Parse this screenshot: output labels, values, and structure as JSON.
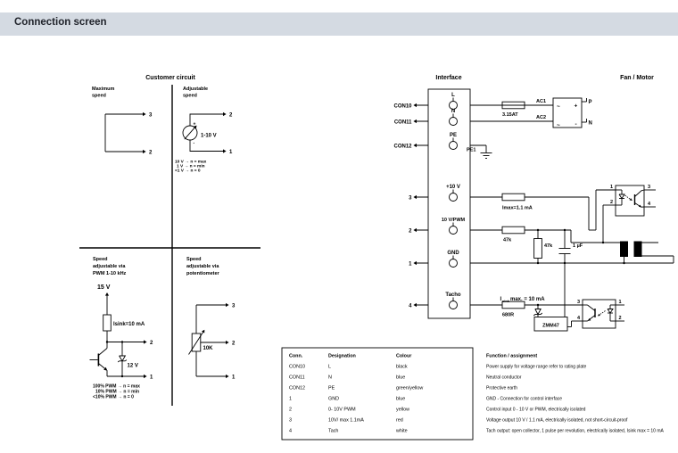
{
  "header": {
    "title": "Connection screen"
  },
  "titles": {
    "customer": "Customer circuit",
    "interface": "Interface",
    "fan_motor": "Fan / Motor"
  },
  "customer": {
    "max_speed": {
      "l1": "Maximum",
      "l2": "speed",
      "a3": "3",
      "a2": "2"
    },
    "adj": {
      "l1": "Adjustable",
      "l2": "speed",
      "plus": "+",
      "minus": "-",
      "range": "1-10 V",
      "a2": "2",
      "a1": "1",
      "n1": "10 V → n = max",
      "n2": "1 V → n = min",
      "n3": "<1 V → n = 0"
    },
    "pwm": {
      "l1": "Speed",
      "l2": "adjustable via",
      "l3": "PWM 1-10 kHz",
      "v15": "15 V",
      "isink": "Isink=10 mA",
      "z12": "12 V",
      "a2": "2",
      "a1": "1",
      "n1": "100% PWM → n = max",
      "n2": "10% PWM → n = min",
      "n3": "<10% PWM → n = 0"
    },
    "pot": {
      "l1": "Speed",
      "l2": "adjustable via",
      "l3": "potentiometer",
      "r10k": "10K",
      "a3": "3",
      "a2": "2",
      "a1": "1"
    }
  },
  "interface": {
    "cons": {
      "con10": "CON10",
      "con11": "CON11",
      "con12": "CON12",
      "t3": "3",
      "t2": "2",
      "t1": "1",
      "t4": "4"
    },
    "terminals": {
      "l": "L",
      "n": "N",
      "pe": "PE",
      "p10": "+10 V",
      "pwm": "10 V/PWM",
      "gnd": "GND",
      "tacho": "Tacho"
    },
    "fuse": "3.15AT",
    "ac1": "AC1",
    "ac2": "AC2",
    "pe1": "PE1",
    "imax": "Imax=1.1 mA",
    "r47k_h": "47k",
    "r47k_v": "47k",
    "cap": "1 µF",
    "isink_i": "I",
    "isink_sub": "sink",
    "isink_rest": "max. = 10 mA",
    "r680": "680R",
    "zmm": "ZMM47",
    "opto_top": {
      "p1": "1",
      "p2": "2",
      "p3": "3",
      "p4": "4"
    },
    "opto_bot": {
      "p3": "3",
      "p4": "4",
      "p1": "1",
      "p2": "2"
    },
    "rect": {
      "tl": "~",
      "tr": "+",
      "bl": "~",
      "br": "-",
      "p": "P",
      "n": "N"
    }
  },
  "table": {
    "headers": {
      "conn": "Conn.",
      "desig": "Designation",
      "colour": "Colour",
      "func": "Function / assignment"
    },
    "rows": [
      {
        "conn": "CON10",
        "desig": "L",
        "colour": "black",
        "func": "Power supply for voltage range refer to rating plate"
      },
      {
        "conn": "CON11",
        "desig": "N",
        "colour": "blue",
        "func": "Neutral conductor"
      },
      {
        "conn": "CON12",
        "desig": "PE",
        "colour": "green/yellow",
        "func": "Protective earth"
      },
      {
        "conn": "1",
        "desig": "GND",
        "colour": "blue",
        "func": "GND - Connection for control interface"
      },
      {
        "conn": "2",
        "desig": "0- 10V PWM",
        "colour": "yellow",
        "func": "Control input 0 - 10 V or PWM, electrically isolated"
      },
      {
        "conn": "3",
        "desig": "10V/ max 1.1mA",
        "colour": "red",
        "func": "Voltage output 10 V / 1.1 mA, electrically isolated, not short-circuit-proof"
      },
      {
        "conn": "4",
        "desig": "Tach",
        "colour": "white",
        "func": "Tach output: open collector, 1 pulse per revolution, electrically isolated, Isink max = 10 mA"
      }
    ]
  },
  "colors": {
    "header_bg": "#d4dae2",
    "header_text": "#20232b",
    "line": "#000000"
  }
}
